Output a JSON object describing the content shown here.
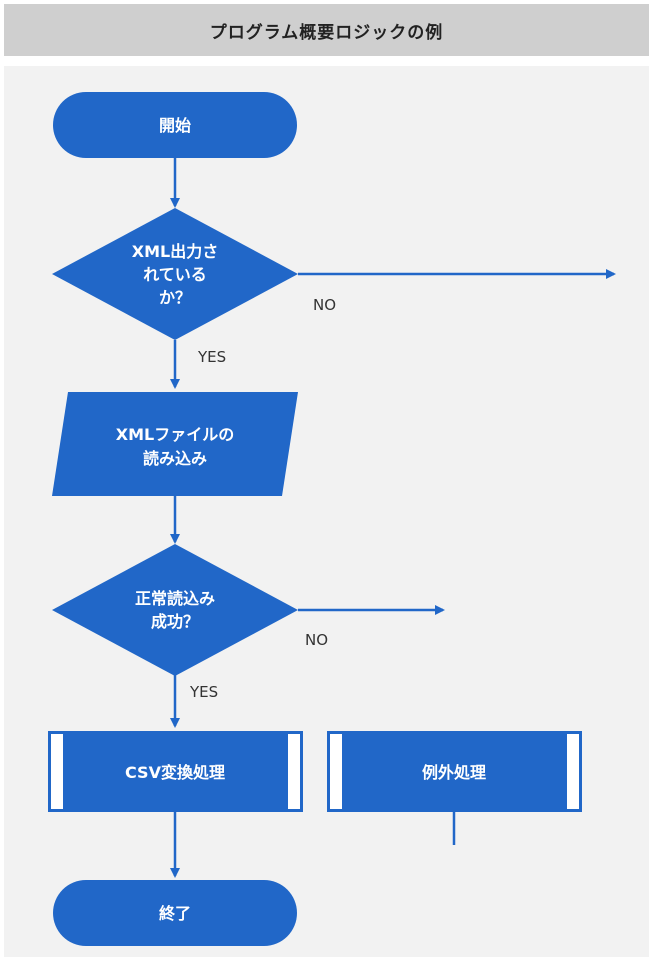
{
  "title": "プログラム概要ロジックの例",
  "colors": {
    "node_fill": "#2167c8",
    "edge": "#2167c8",
    "text": "#ffffff",
    "label": "#333333"
  },
  "nodes": {
    "start": "開始",
    "decision_xml": [
      "XML出力さ",
      "れている",
      "か？"
    ],
    "read_xml": [
      "XMLファイルの",
      "読み込み"
    ],
    "decision_read": [
      "正常読込み",
      "成功？"
    ],
    "csv_convert": "CSV変換処理",
    "exception": "例外処理",
    "end": "終了"
  },
  "edge_labels": {
    "xml_no": "NO",
    "xml_yes": "YES",
    "read_no": "NO",
    "read_yes": "YES"
  }
}
